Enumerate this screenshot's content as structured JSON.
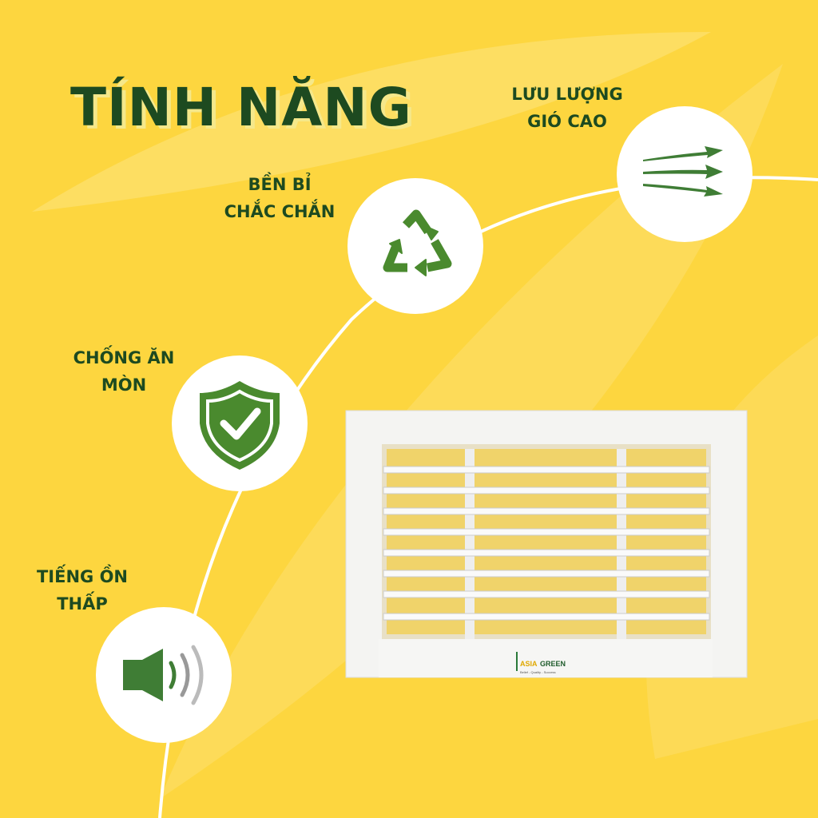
{
  "title": "TÍNH NĂNG",
  "features": [
    {
      "line1": "LƯU LƯỢNG",
      "line2": "GIÓ CAO",
      "icon": "wind-arrows-icon"
    },
    {
      "line1": "BỀN BỈ",
      "line2": "CHẮC CHẮN",
      "icon": "recycle-icon"
    },
    {
      "line1": "CHỐNG ĂN",
      "line2": "MÒN",
      "icon": "shield-check-icon"
    },
    {
      "line1": "TIẾNG ỒN",
      "line2": "THẤP",
      "icon": "speaker-icon"
    }
  ],
  "product": {
    "logo_text": "ASIAGREEN",
    "logo_tagline": "Belief - Quality - Success"
  },
  "colors": {
    "background": "#fdd63f",
    "brand_green": "#1d4a20",
    "icon_green": "#4a8a2e"
  }
}
